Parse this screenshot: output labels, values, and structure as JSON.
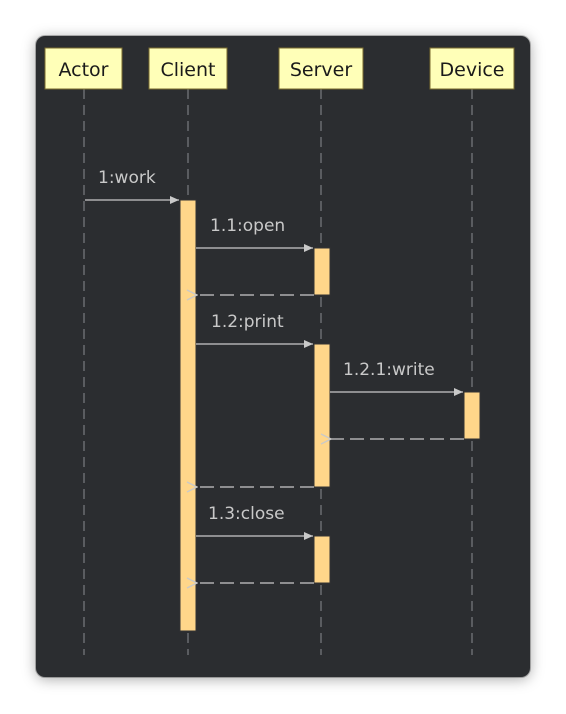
{
  "diagram": {
    "type": "sequence",
    "participants": [
      {
        "id": "actor",
        "label": "Actor"
      },
      {
        "id": "client",
        "label": "Client"
      },
      {
        "id": "server",
        "label": "Server"
      },
      {
        "id": "device",
        "label": "Device"
      }
    ],
    "messages": [
      {
        "from": "actor",
        "to": "client",
        "label": "1:work",
        "kind": "call"
      },
      {
        "from": "client",
        "to": "server",
        "label": "1.1:open",
        "kind": "call"
      },
      {
        "from": "server",
        "to": "client",
        "label": "",
        "kind": "return"
      },
      {
        "from": "client",
        "to": "server",
        "label": "1.2:print",
        "kind": "call"
      },
      {
        "from": "server",
        "to": "device",
        "label": "1.2.1:write",
        "kind": "call"
      },
      {
        "from": "device",
        "to": "server",
        "label": "",
        "kind": "return"
      },
      {
        "from": "server",
        "to": "client",
        "label": "",
        "kind": "return"
      },
      {
        "from": "client",
        "to": "server",
        "label": "1.3:close",
        "kind": "call"
      },
      {
        "from": "server",
        "to": "client",
        "label": "",
        "kind": "return"
      }
    ],
    "colors": {
      "background": "#2b2d30",
      "participant_fill": "#ffffb8",
      "activation_fill": "#ffd68a",
      "line": "#c9c9c9"
    }
  }
}
